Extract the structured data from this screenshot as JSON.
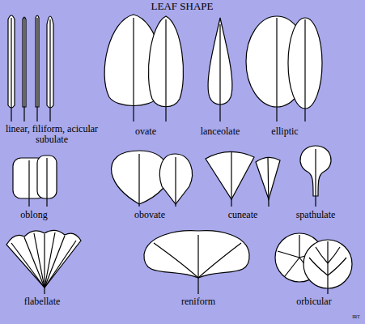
{
  "diagram": {
    "title": "LEAF SHAPE",
    "labels": [
      "linear, filiform, acicular subulate",
      "ovate",
      "lanceolate",
      "elliptic",
      "oblong",
      "obovate",
      "cuneate",
      "spathulate",
      "flabellate",
      "reniform",
      "orbicular",
      "IRT"
    ]
  }
}
